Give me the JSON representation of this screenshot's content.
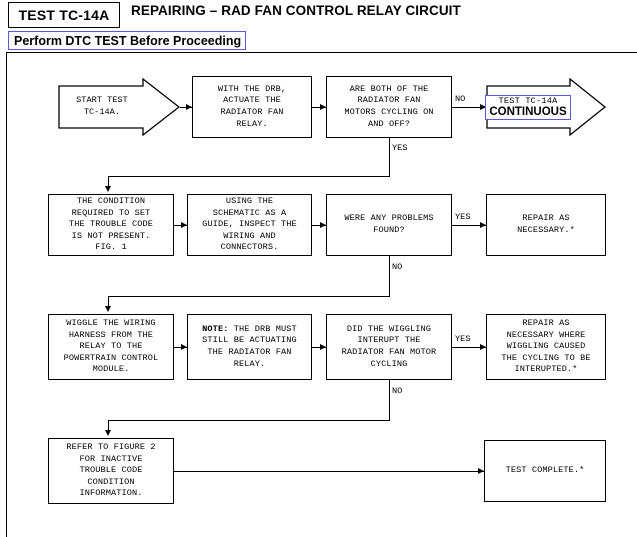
{
  "header": {
    "test_id": "TEST TC-14A",
    "title": "REPAIRING – RAD FAN CONTROL RELAY CIRCUIT",
    "banner": "Perform DTC TEST Before Proceeding"
  },
  "nodes": {
    "start": "START TEST\nTC-14A.",
    "actuate": "WITH THE DRB,\nACTUATE THE\nRADIATOR FAN\nRELAY.",
    "cycling_q": "ARE BOTH OF THE\nRADIATOR FAN\nMOTORS CYCLING ON\nAND OFF?",
    "continuous_line1": "TEST  TC-14A",
    "continuous_line2": "CONTINUOUS",
    "condition": "THE CONDITION\nREQUIRED TO SET\nTHE TROUBLE CODE\nIS NOT PRESENT.\nFIG. 1",
    "schematic": "USING THE\nSCHEMATIC AS A\nGUIDE, INSPECT THE\nWIRING AND\nCONNECTORS.",
    "problems_q": "WERE ANY PROBLEMS\nFOUND?",
    "repair1": "REPAIR AS\nNECESSARY.*",
    "wiggle": "WIGGLE THE WIRING\nHARNESS FROM THE\nRELAY TO THE\nPOWERTRAIN CONTROL\nMODULE.",
    "note_prefix": "NOTE:",
    "note_body": " THE DRB MUST\nSTILL BE ACTUATING\nTHE RADIATOR FAN\nRELAY.",
    "wiggle_q": "DID THE WIGGLING\nINTERUPT THE\nRADIATOR FAN MOTOR\nCYCLING",
    "repair2": "REPAIR AS\nNECESSARY WHERE\nWIGGLING CAUSED\nTHE CYCLING TO BE\nINTERUPTED.*",
    "refer": "REFER TO FIGURE 2\nFOR INACTIVE\nTROUBLE CODE\nCONDITION\nINFORMATION.",
    "complete": "TEST COMPLETE.*"
  },
  "edges": {
    "no_1": "NO",
    "yes_1": "YES",
    "yes_2": "YES",
    "no_2": "NO",
    "yes_3": "YES",
    "no_3": "NO"
  },
  "colors": {
    "accent_blue": "#5b5bd6",
    "line": "#000000",
    "background": "#ffffff"
  }
}
